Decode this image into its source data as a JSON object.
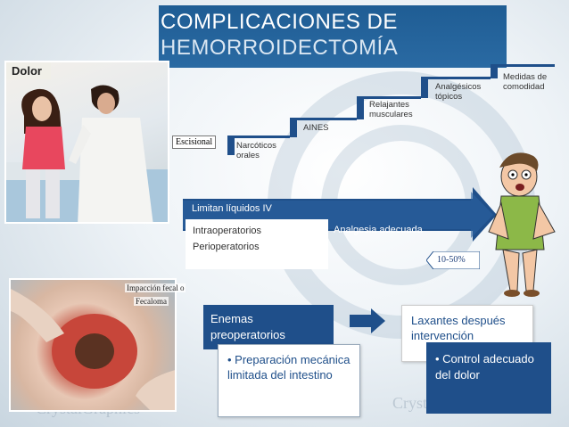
{
  "title": {
    "line1": "COMPLICACIONES DE",
    "line2": "HEMORROIDECTOMÍA"
  },
  "photo_top": {
    "tag": "Dolor"
  },
  "escisional": "Escisional",
  "steps": [
    {
      "label": "Narcóticos orales"
    },
    {
      "label": "AINES"
    },
    {
      "label": "Relajantes musculares"
    },
    {
      "label": "Analgésicos tópicos"
    },
    {
      "label": "Medidas de comodidad"
    }
  ],
  "arrow_band": {
    "limitan": "Limitan líquidos IV",
    "analgesia": "Analgesia adecuada",
    "intra": "Intraoperatorios",
    "peri": "Perioperatorios",
    "percent": "10-50%"
  },
  "photo_bottom": {
    "impaction": "Impacción fecal o",
    "fecaloma": "Fecaloma"
  },
  "flow": {
    "enemas_title": "Enemas preoperatorios",
    "enemas_bullet": "Preparación mecánica limitada del intestino",
    "laxantes_title": "Laxantes después intervención",
    "laxantes_bullet": "Control adecuado del dolor"
  },
  "watermark": "CrystalGraphics",
  "colors": {
    "blue_dark": "#1f4f8a",
    "title_bar": "#2a6aa3",
    "white": "#ffffff"
  }
}
